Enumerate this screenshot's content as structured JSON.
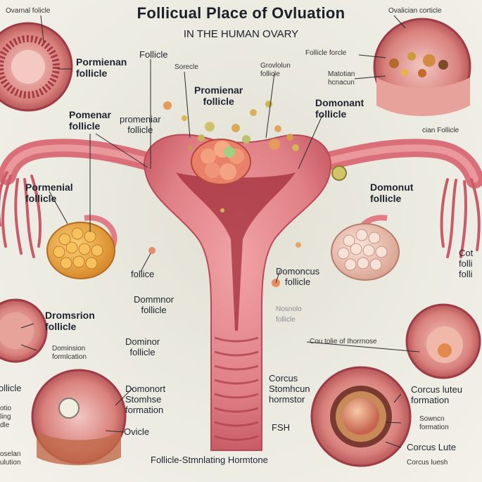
{
  "title": "Follicual Place of Ovluation",
  "subtitle": "IN THE HUMAN OVARY",
  "labels": {
    "top_left": "Ovarnal folicle",
    "top_right": "Ovalician corticle",
    "pormienan": [
      "Pormienan",
      "follicle"
    ],
    "follicle_top": "Follicle",
    "sorecle": "Sorecle",
    "grovlolun": [
      "Grovlolun",
      "follicle"
    ],
    "follicle_forcle": "Follicle forcle",
    "matotian": [
      "Matotian",
      "hcnacun"
    ],
    "promienar": [
      "Promienar",
      "follicle"
    ],
    "pomenar": [
      "Pomenar",
      "follicle"
    ],
    "promeniar_follicle": [
      "promeniar",
      "follicle"
    ],
    "domonant_top": [
      "Domonant",
      "follicle"
    ],
    "cian_follicle": "cian Follicle",
    "pormenial": [
      "Pormenial",
      "follicle"
    ],
    "domonut": [
      "Domonut",
      "follicle"
    ],
    "follice_mid": "follice",
    "domoncus": [
      "Domoncus",
      "follicle"
    ],
    "cot_right": [
      "Cot",
      "folli",
      "folli"
    ],
    "dromsrion": [
      "Dromsrion",
      "follicle"
    ],
    "dommnor": [
      "Dommnor",
      "follicle"
    ],
    "nosnolo": [
      "Nosnolo",
      "follicle"
    ],
    "cou_tolie": "Cou tolie of Ihorrnose",
    "dominor_mid": [
      "Dominor",
      "follicle"
    ],
    "dominsion": [
      "Dominsion",
      "formlcation"
    ],
    "domonort": [
      "Domonort",
      "Stomhse",
      "formation"
    ],
    "corcus_mid": [
      "Corcus",
      "Stomhcun",
      "hormstor"
    ],
    "corcus_luteu": [
      "Corcus luteu",
      "formation"
    ],
    "sowncn": [
      "Sowncn",
      "formation"
    ],
    "ovicle": "Ovicle",
    "fsh": "FSH",
    "corcus_lute": "Corcus Lute",
    "corcus_luesh": "Corcus luesh",
    "left_edge_1": "ollicle",
    "left_edge_2": [
      "otio",
      "ling",
      "dle"
    ],
    "left_edge_3": [
      "oselan",
      "ulution"
    ],
    "footer": "Follicle-Stmnlating Hormtone"
  },
  "colors": {
    "uterus": "#e58c91",
    "uterus_dark": "#b8424b",
    "ovary": "#f0b24a",
    "ovary_right": "#f4d2c4",
    "background": "#eceae1"
  }
}
